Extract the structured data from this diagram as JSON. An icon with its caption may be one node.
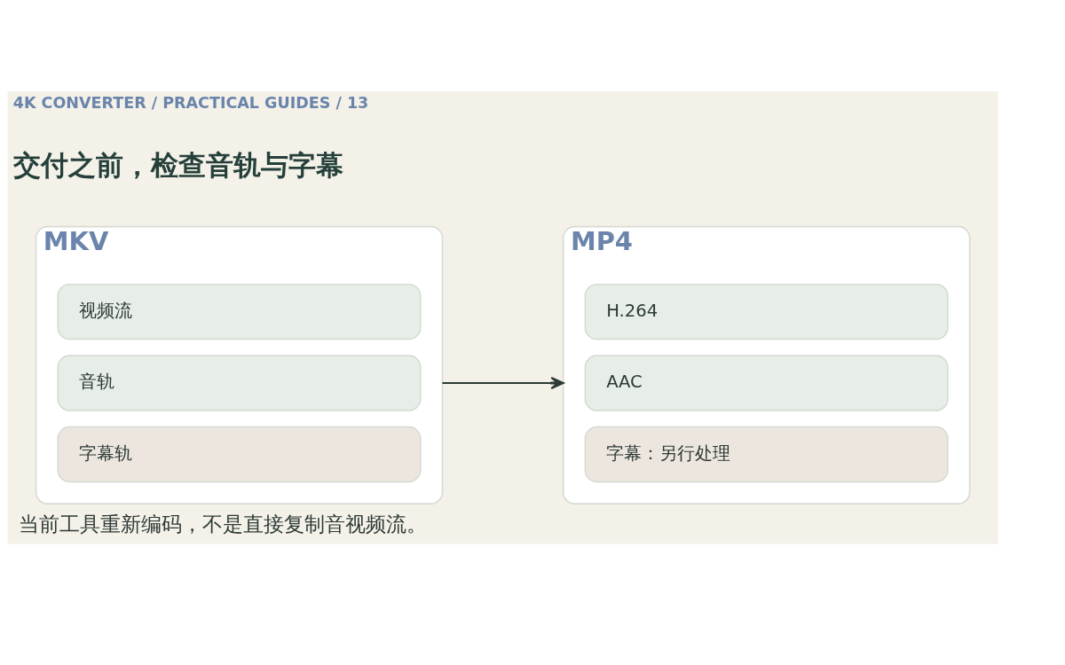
{
  "diagram": {
    "title": "交付之前，检查音轨与字幕",
    "caption": "当前工具重新编码，不是直接复制音视频流。",
    "nodes": [
      {
        "text": [
          "MKV"
        ]
      },
      {
        "text": [
          "视频流"
        ],
        "in": 0
      },
      {
        "text": [
          "音轨"
        ],
        "in": 0
      },
      {
        "text": [
          "字幕轨"
        ],
        "in": 0
      },
      {
        "text": [
          "MP4"
        ]
      },
      {
        "text": [
          "H.264"
        ],
        "in": 4
      },
      {
        "text": [
          "AAC"
        ],
        "in": 4
      },
      {
        "text": [
          "字幕：另行处理"
        ],
        "in": 4
      }
    ],
    "edges": [
      {
        "from": 0,
        "to": 4,
        "arrow": "to"
      }
    ],
    "labels": [
      "4K CONVERTER / PRACTICAL GUIDES / 13"
    ]
  }
}
